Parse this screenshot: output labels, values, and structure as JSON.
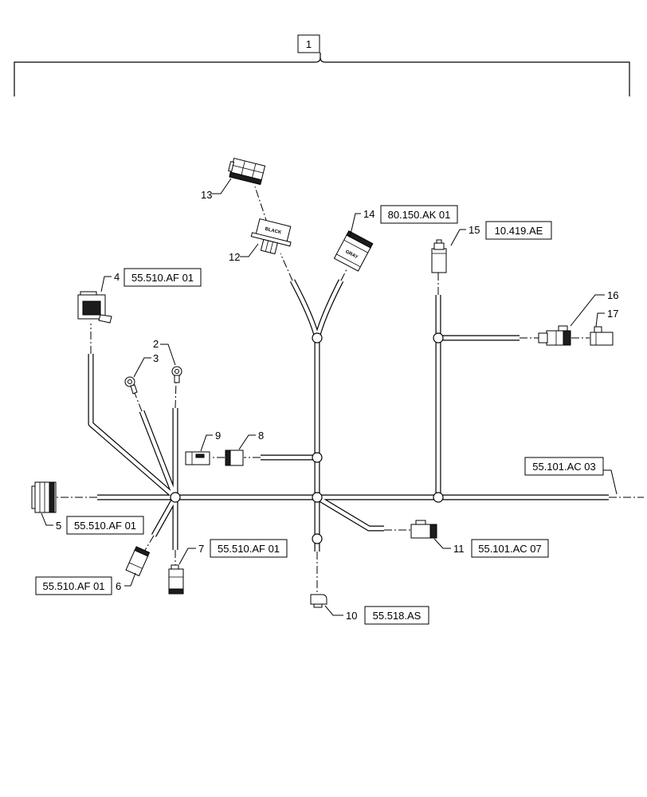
{
  "assembly": {
    "callout": "1"
  },
  "parts": [
    {
      "callout": "2"
    },
    {
      "callout": "3"
    },
    {
      "callout": "4",
      "ref": "55.510.AF 01"
    },
    {
      "callout": "5",
      "ref": "55.510.AF 01"
    },
    {
      "callout": "6",
      "ref": "55.510.AF 01"
    },
    {
      "callout": "7",
      "ref": "55.510.AF 01"
    },
    {
      "callout": "8"
    },
    {
      "callout": "9"
    },
    {
      "callout": "10",
      "ref": "55.518.AS"
    },
    {
      "callout": "11",
      "ref": "55.101.AC 07"
    },
    {
      "callout": "12",
      "marking": "BLACK"
    },
    {
      "callout": "13"
    },
    {
      "callout": "14",
      "ref": "80.150.AK 01",
      "marking": "GRAY"
    },
    {
      "callout": "15",
      "ref": "10.419.AE"
    },
    {
      "callout": "16"
    },
    {
      "callout": "17"
    }
  ],
  "continuation": {
    "ref": "55.101.AC 03"
  }
}
